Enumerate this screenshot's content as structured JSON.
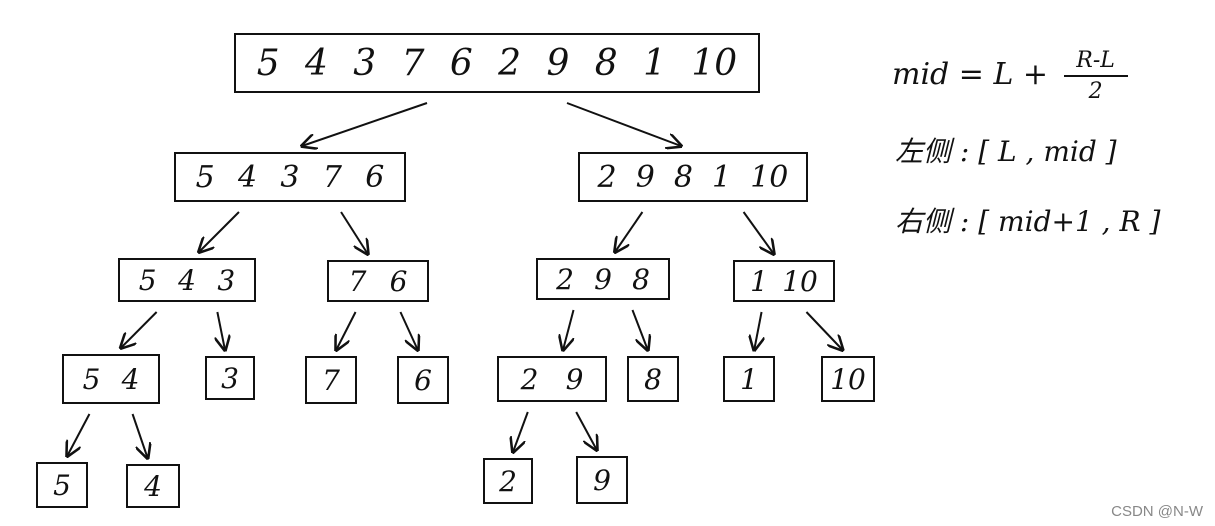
{
  "nodes": [
    {
      "id": "n0",
      "values": [
        "5",
        "4",
        "3",
        "7",
        "6",
        "2",
        "9",
        "8",
        "1",
        "10"
      ]
    },
    {
      "id": "n1",
      "values": [
        "5",
        "4",
        "3",
        "7",
        "6"
      ]
    },
    {
      "id": "n2",
      "values": [
        "2",
        "9",
        "8",
        "1",
        "10"
      ]
    },
    {
      "id": "n3",
      "values": [
        "5",
        "4",
        "3"
      ]
    },
    {
      "id": "n4",
      "values": [
        "7",
        "6"
      ]
    },
    {
      "id": "n5",
      "values": [
        "2",
        "9",
        "8"
      ]
    },
    {
      "id": "n6",
      "values": [
        "1",
        "10"
      ]
    },
    {
      "id": "n7",
      "values": [
        "5",
        "4"
      ]
    },
    {
      "id": "n8",
      "values": [
        "3"
      ]
    },
    {
      "id": "n9",
      "values": [
        "7"
      ]
    },
    {
      "id": "n10",
      "values": [
        "6"
      ]
    },
    {
      "id": "n11",
      "values": [
        "2",
        "9"
      ]
    },
    {
      "id": "n12",
      "values": [
        "8"
      ]
    },
    {
      "id": "n13",
      "values": [
        "1"
      ]
    },
    {
      "id": "n14",
      "values": [
        "10"
      ]
    },
    {
      "id": "n15",
      "values": [
        "5"
      ]
    },
    {
      "id": "n16",
      "values": [
        "4"
      ]
    },
    {
      "id": "n17",
      "values": [
        "2"
      ]
    },
    {
      "id": "n18",
      "values": [
        "9"
      ]
    }
  ],
  "edges": [
    [
      "n0",
      "n1"
    ],
    [
      "n0",
      "n2"
    ],
    [
      "n1",
      "n3"
    ],
    [
      "n1",
      "n4"
    ],
    [
      "n2",
      "n5"
    ],
    [
      "n2",
      "n6"
    ],
    [
      "n3",
      "n7"
    ],
    [
      "n3",
      "n8"
    ],
    [
      "n4",
      "n9"
    ],
    [
      "n4",
      "n10"
    ],
    [
      "n5",
      "n11"
    ],
    [
      "n5",
      "n12"
    ],
    [
      "n6",
      "n13"
    ],
    [
      "n6",
      "n14"
    ],
    [
      "n7",
      "n15"
    ],
    [
      "n7",
      "n16"
    ],
    [
      "n11",
      "n17"
    ],
    [
      "n11",
      "n18"
    ]
  ],
  "notes": {
    "mid_lhs": "mid = L +",
    "mid_num": "R-L",
    "mid_den": "2",
    "left": "左侧 : [ L ,  mid ]",
    "right": "右侧 : [ mid+1 , R ]"
  },
  "watermark": "CSDN @N-W"
}
